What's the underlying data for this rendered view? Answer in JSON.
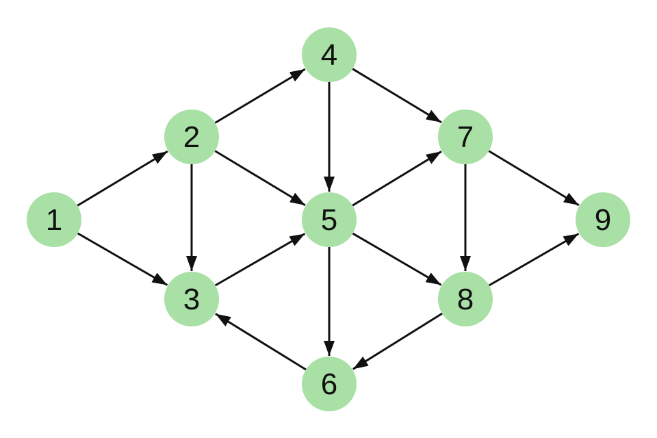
{
  "style": {
    "node_fill": "#a8e0a5",
    "edge_color": "#111111",
    "background": "#ffffff"
  },
  "nodes": [
    {
      "id": "1",
      "label": "1"
    },
    {
      "id": "2",
      "label": "2"
    },
    {
      "id": "3",
      "label": "3"
    },
    {
      "id": "4",
      "label": "4"
    },
    {
      "id": "5",
      "label": "5"
    },
    {
      "id": "6",
      "label": "6"
    },
    {
      "id": "7",
      "label": "7"
    },
    {
      "id": "8",
      "label": "8"
    },
    {
      "id": "9",
      "label": "9"
    }
  ],
  "edges": [
    {
      "from": "1",
      "to": "2"
    },
    {
      "from": "1",
      "to": "3"
    },
    {
      "from": "2",
      "to": "4"
    },
    {
      "from": "2",
      "to": "5"
    },
    {
      "from": "2",
      "to": "3"
    },
    {
      "from": "3",
      "to": "5"
    },
    {
      "from": "4",
      "to": "5"
    },
    {
      "from": "4",
      "to": "7"
    },
    {
      "from": "5",
      "to": "7"
    },
    {
      "from": "5",
      "to": "8"
    },
    {
      "from": "5",
      "to": "6"
    },
    {
      "from": "6",
      "to": "3"
    },
    {
      "from": "7",
      "to": "8"
    },
    {
      "from": "7",
      "to": "9"
    },
    {
      "from": "8",
      "to": "9"
    },
    {
      "from": "8",
      "to": "6"
    }
  ]
}
